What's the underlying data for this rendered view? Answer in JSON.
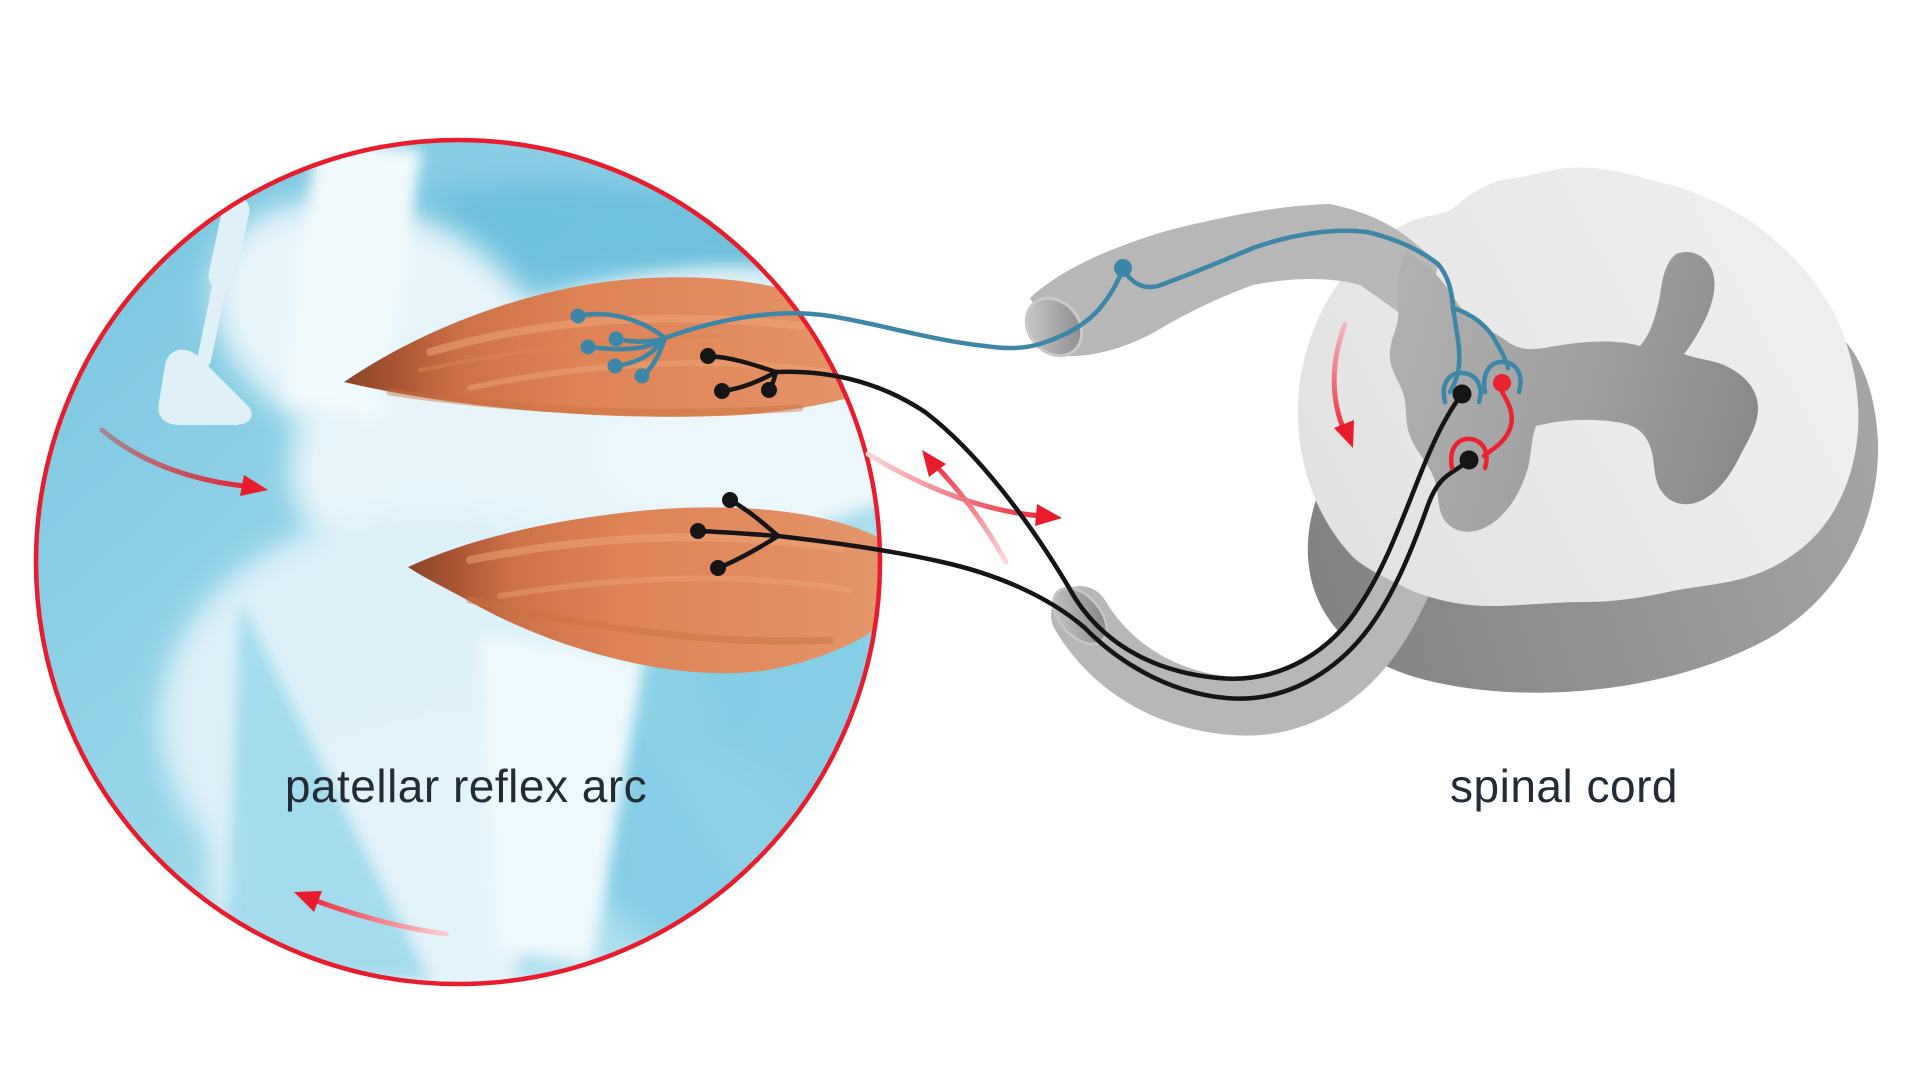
{
  "figure": {
    "type": "anatomical-diagram",
    "left_label": "patellar reflex arc",
    "right_label": "spinal cord"
  },
  "structures": [
    "reflex-hammer",
    "knee-joint",
    "quadriceps-muscle",
    "hamstring-muscle",
    "sensory-nerve-endings",
    "motor-nerve-endings",
    "sensory-neuron",
    "dorsal-root-ganglion",
    "motor-neurons",
    "inhibitory-interneuron",
    "dorsal-root",
    "ventral-root",
    "spinal-cord-cross-section",
    "gray-matter",
    "signal-direction-arrows"
  ],
  "colors": {
    "accent_red": "#e81c2c",
    "sensory_blue": "#3c87a8",
    "interneuron_red": "#e92430",
    "motor_black": "#151515",
    "circle_fill_blue": "#96d4e9",
    "bone_pale": "#e7f5fb",
    "muscle_orange": "#de8356",
    "muscle_tip_brown": "#8a4628",
    "nerve_root_gray": "#b7b7b7",
    "cord_white_matter": "#eaeaea",
    "cord_gray_matter": "#9b9b9b",
    "label_text": "#232b36"
  }
}
